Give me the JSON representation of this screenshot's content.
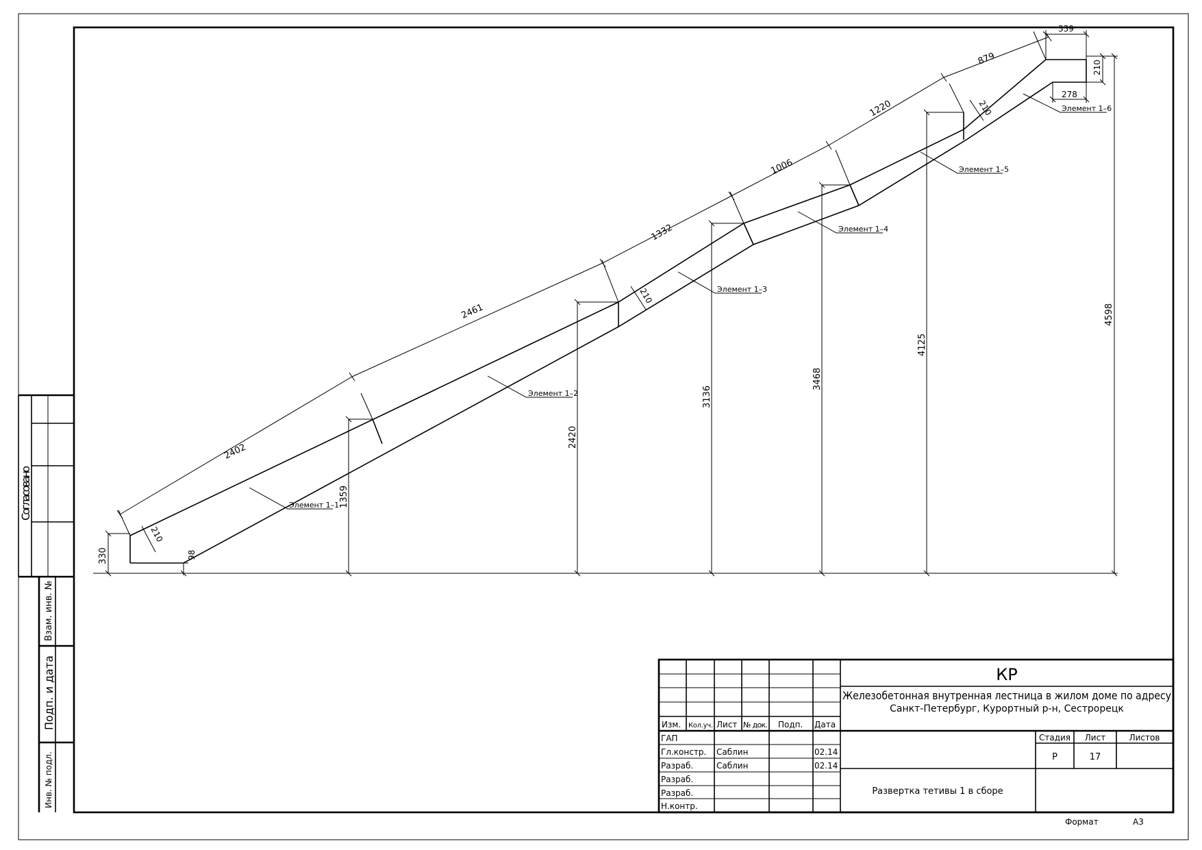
{
  "margin_stamp": {
    "agreed": "Согласовано",
    "replace_inv": "Взам. инв. №",
    "sign_date": "Подп. и дата",
    "inv_orig": "Инв. № подл."
  },
  "drawing": {
    "elements": [
      "Элемент 1–1",
      "Элемент 1–2",
      "Элемент 1–3",
      "Элемент 1–4",
      "Элемент 1–5",
      "Элемент 1–6"
    ],
    "dim_inclined": [
      "2402",
      "2461",
      "1332",
      "1006",
      "1220",
      "879"
    ],
    "dim_heights": [
      "330",
      "1359",
      "2420",
      "3136",
      "3468",
      "4125",
      "4598"
    ],
    "dim_thickness": [
      "210",
      "210",
      "210",
      "210"
    ],
    "dim_98": "98",
    "dim_339": "339",
    "dim_278": "278"
  },
  "title_block": {
    "code": "КР",
    "project_line1": "Железобетонная внутренная лестница в жилом доме по адресу",
    "project_line2": "Санкт-Петербург, Курортный р-н, Сестрорецк",
    "headers": [
      "Изм.",
      "Кол.уч.",
      "Лист",
      "№ док.",
      "Подп.",
      "Дата"
    ],
    "roles": [
      "ГАП",
      "Гл.констр.",
      "Разраб.",
      "Разраб.",
      "Разраб.",
      "Н.контр."
    ],
    "names": [
      "",
      "Саблин",
      "Саблин",
      "",
      "",
      ""
    ],
    "dates": [
      "",
      "02.14",
      "02.14",
      "",
      "",
      ""
    ],
    "stage_label": "Стадия",
    "sheet_label": "Лист",
    "sheets_label": "Листов",
    "stage": "Р",
    "sheet": "17",
    "sheets": "",
    "sheet_title": "Развертка тетивы 1 в сборе",
    "format_label": "Формат",
    "format": "А3"
  }
}
